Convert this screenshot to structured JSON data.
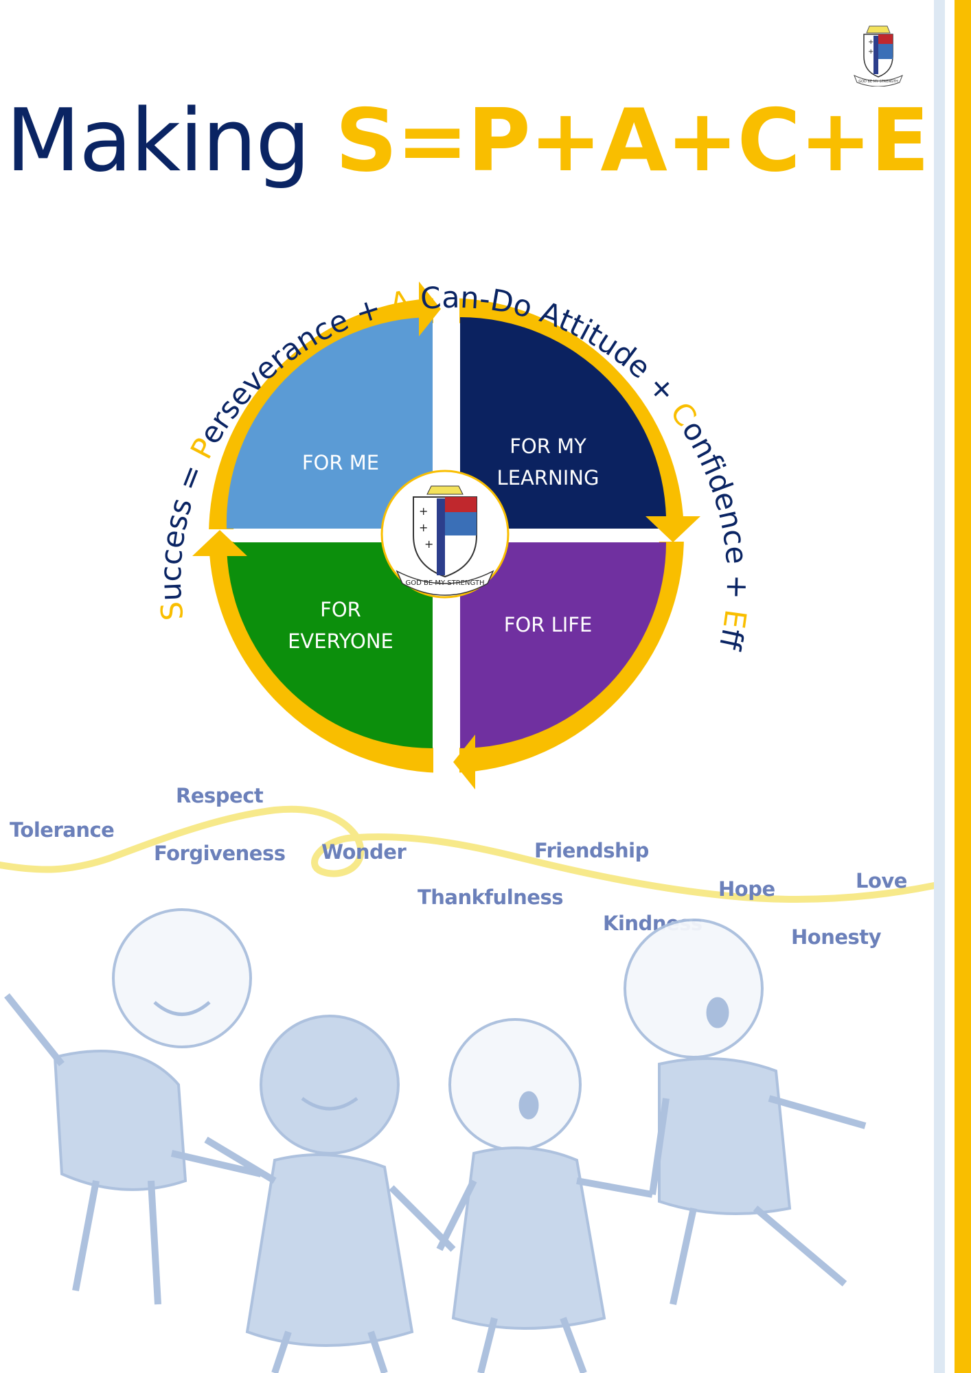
{
  "title": {
    "prefix": "Making",
    "formula": "S=P+A+C+E"
  },
  "motto": "GOD BE MY STRENGTH",
  "arc_text": [
    {
      "text": "S",
      "color": "#f9be00"
    },
    {
      "text": "uccess = ",
      "color": "#0a2463"
    },
    {
      "text": "P",
      "color": "#f9be00"
    },
    {
      "text": "erseverance + ",
      "color": "#0a2463"
    },
    {
      "text": "A",
      "color": "#f9be00"
    },
    {
      "text": " Can-Do Attitude + ",
      "color": "#0a2463"
    },
    {
      "text": "C",
      "color": "#f9be00"
    },
    {
      "text": "onfidence + ",
      "color": "#0a2463"
    },
    {
      "text": "E",
      "color": "#f9be00"
    },
    {
      "text": "ffort",
      "color": "#0a2463"
    }
  ],
  "quadrants": {
    "top_left": {
      "lines": [
        "FOR ME"
      ],
      "color": "#5b9bd5"
    },
    "top_right": {
      "lines": [
        "FOR MY",
        "LEARNING"
      ],
      "color": "#0b2260"
    },
    "bottom_left": {
      "lines": [
        "FOR",
        "EVERYONE"
      ],
      "color": "#0c8f0c"
    },
    "bottom_right": {
      "lines": [
        "FOR LIFE"
      ],
      "color": "#7030a0"
    }
  },
  "values": [
    "Tolerance",
    "Respect",
    "Forgiveness",
    "Wonder",
    "Friendship",
    "Thankfulness",
    "Kindness",
    "Hope",
    "Love",
    "Honesty"
  ],
  "colors": {
    "navy": "#0a2463",
    "gold": "#f9be00",
    "ribbon": "#f7e98a",
    "value_text": "#6b80ba",
    "kids": "#a9bedd"
  },
  "icons": {
    "crest": "school-crest-icon",
    "kids": "children-holding-hands-illustration"
  }
}
